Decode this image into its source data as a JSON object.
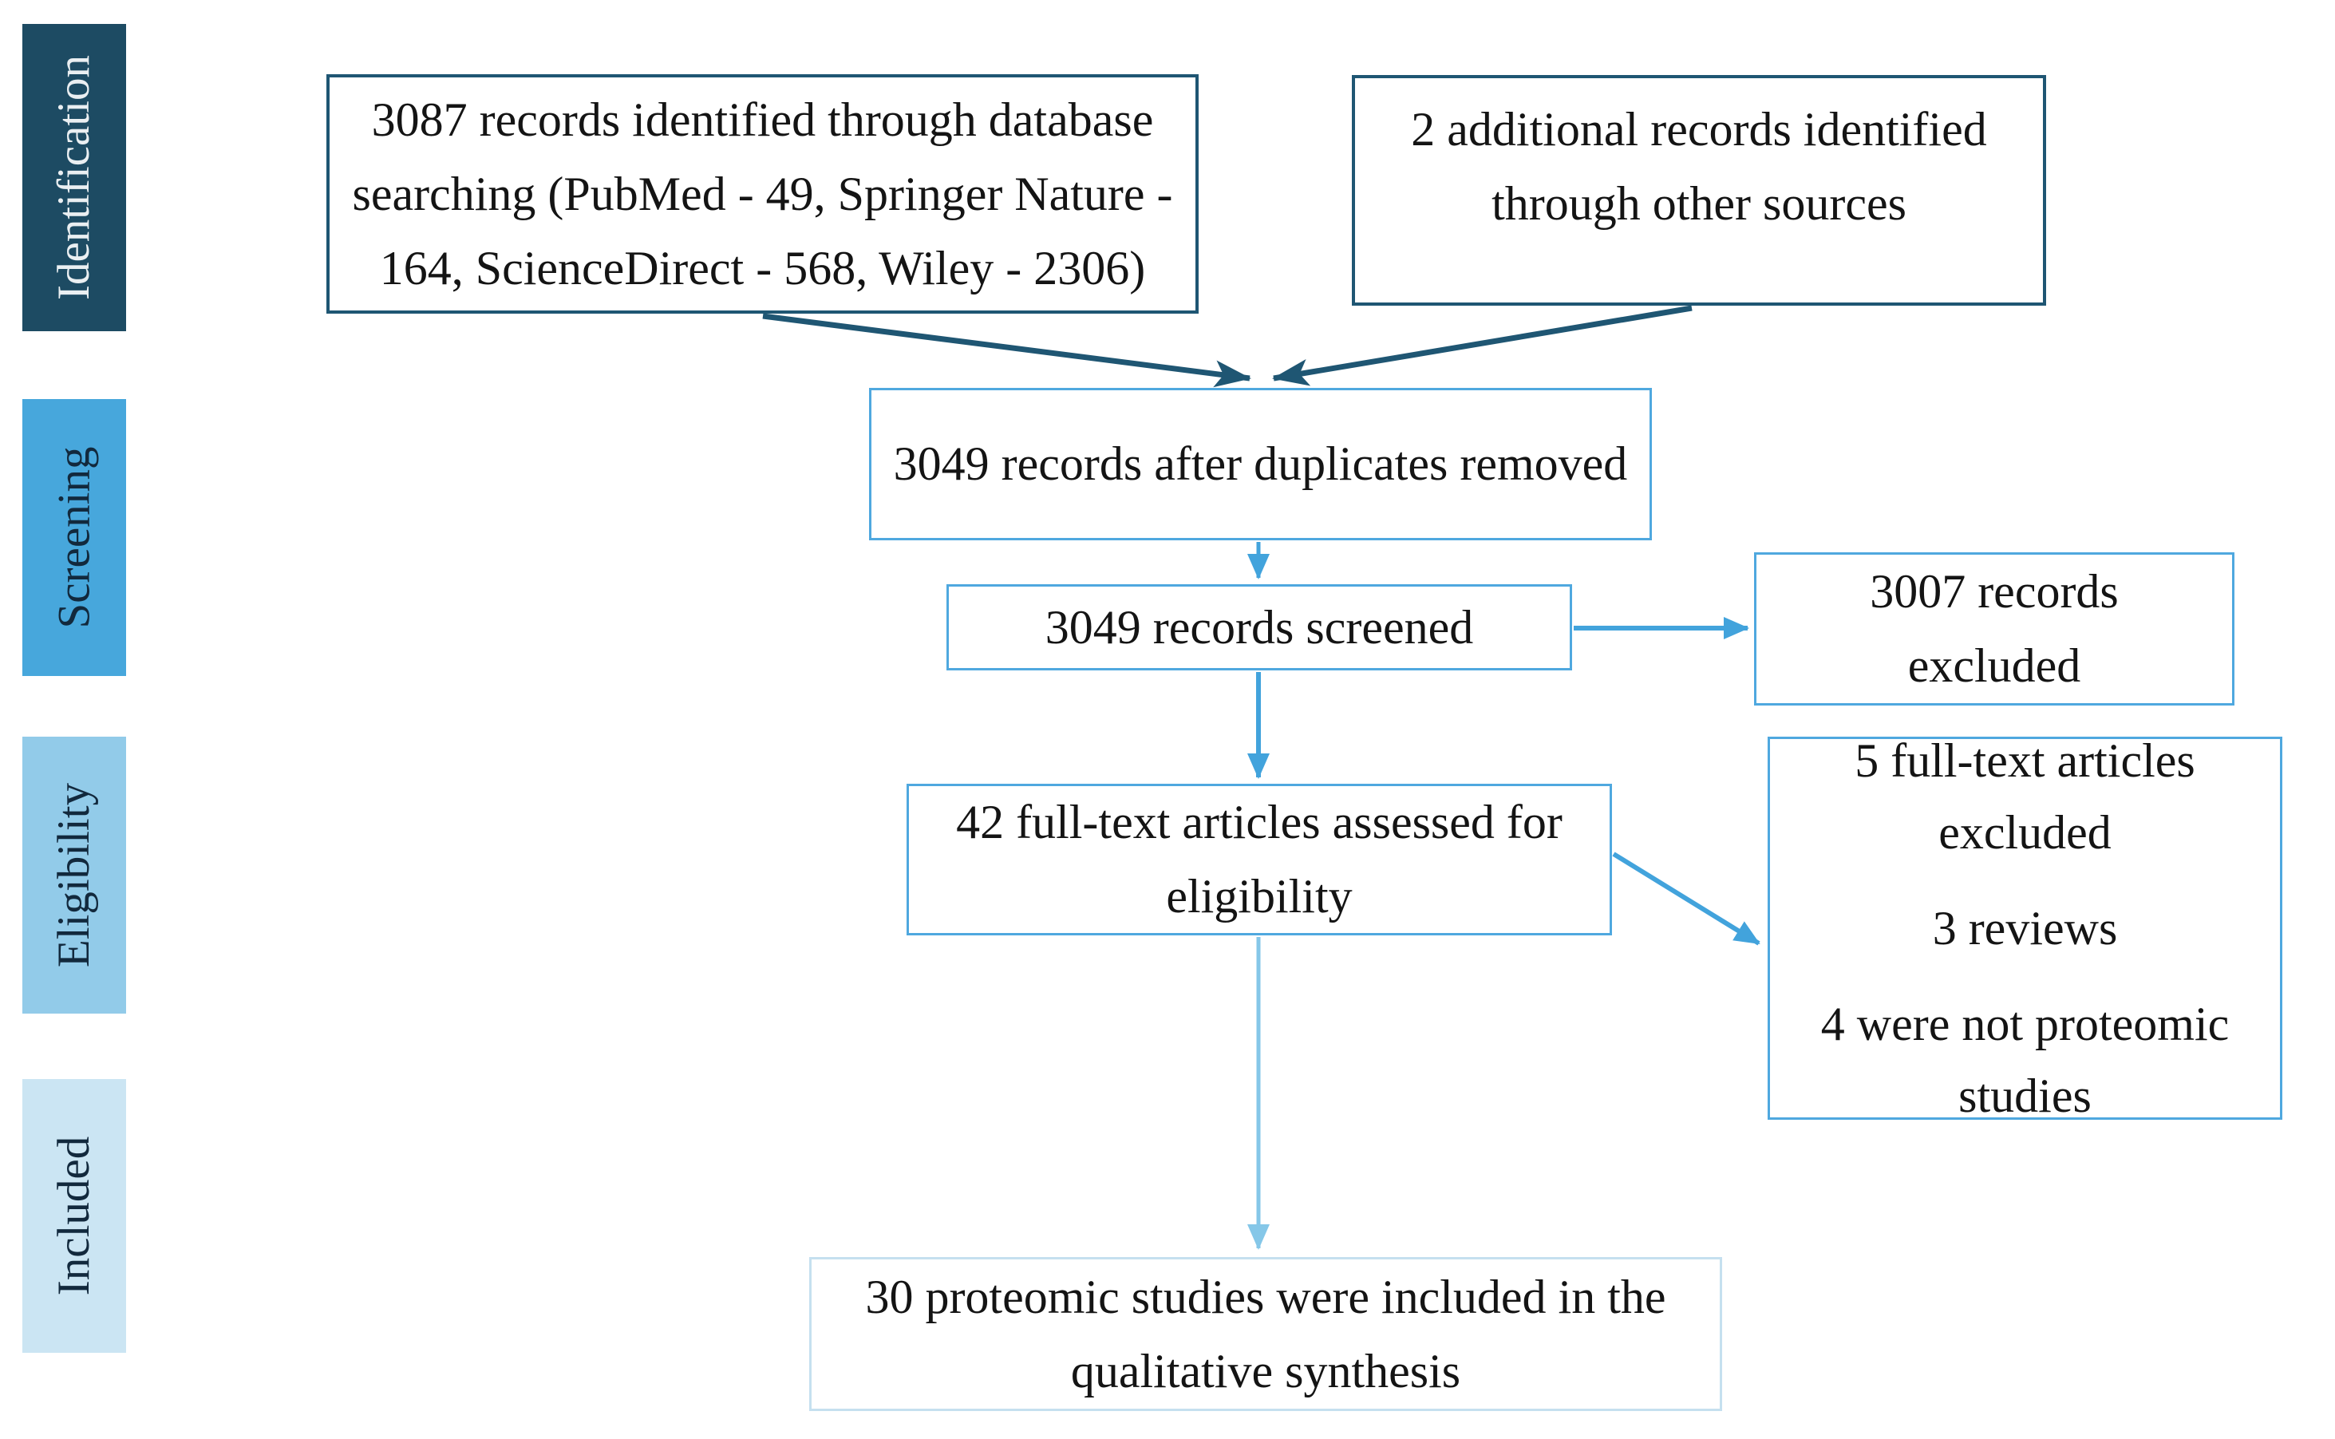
{
  "diagram": {
    "type": "prisma-flow",
    "background": "#ffffff",
    "stages": [
      {
        "id": "identification",
        "label": "Identification",
        "fill": "#1D4B63",
        "text_color": "#EAEFF2"
      },
      {
        "id": "screening",
        "label": "Screening",
        "fill": "#47A7DC",
        "text_color": "#12293D"
      },
      {
        "id": "eligibility",
        "label": "Eligibility",
        "fill": "#92CBE9",
        "text_color": "#12293D"
      },
      {
        "id": "included",
        "label": "Included",
        "fill": "#CBE5F3",
        "text_color": "#12293D"
      }
    ],
    "boxes": [
      {
        "id": "records-database",
        "text": "3087 records identified through database searching (PubMed - 49, Springer Nature - 164, ScienceDirect - 568, Wiley - 2306)",
        "border": "#1F5673"
      },
      {
        "id": "records-other",
        "text": "2 additional records identified through other sources",
        "border": "#1F5673"
      },
      {
        "id": "after-duplicates",
        "text": "3049 records after duplicates removed",
        "border": "#4FA8DF"
      },
      {
        "id": "records-screened",
        "text": "3049 records screened",
        "border": "#4FA8DF"
      },
      {
        "id": "records-excluded",
        "text": "3007 records excluded",
        "border": "#4FA8DF"
      },
      {
        "id": "fulltext-assessed",
        "text": "42 full-text articles assessed for eligibility",
        "border": "#4FA8DF"
      },
      {
        "id": "fulltext-excluded",
        "lines": [
          "5 full-text articles excluded",
          "3 reviews",
          "4 were not proteomic studies"
        ],
        "border": "#4FA8DF"
      },
      {
        "id": "qualitative-synthesis",
        "text": "30 proteomic studies were included in the qualitative synthesis",
        "border": "#C5E0EF"
      }
    ],
    "arrow_colors": {
      "dark": "#1F5673",
      "mid": "#42A3DC",
      "light": "#85C7E8"
    }
  }
}
